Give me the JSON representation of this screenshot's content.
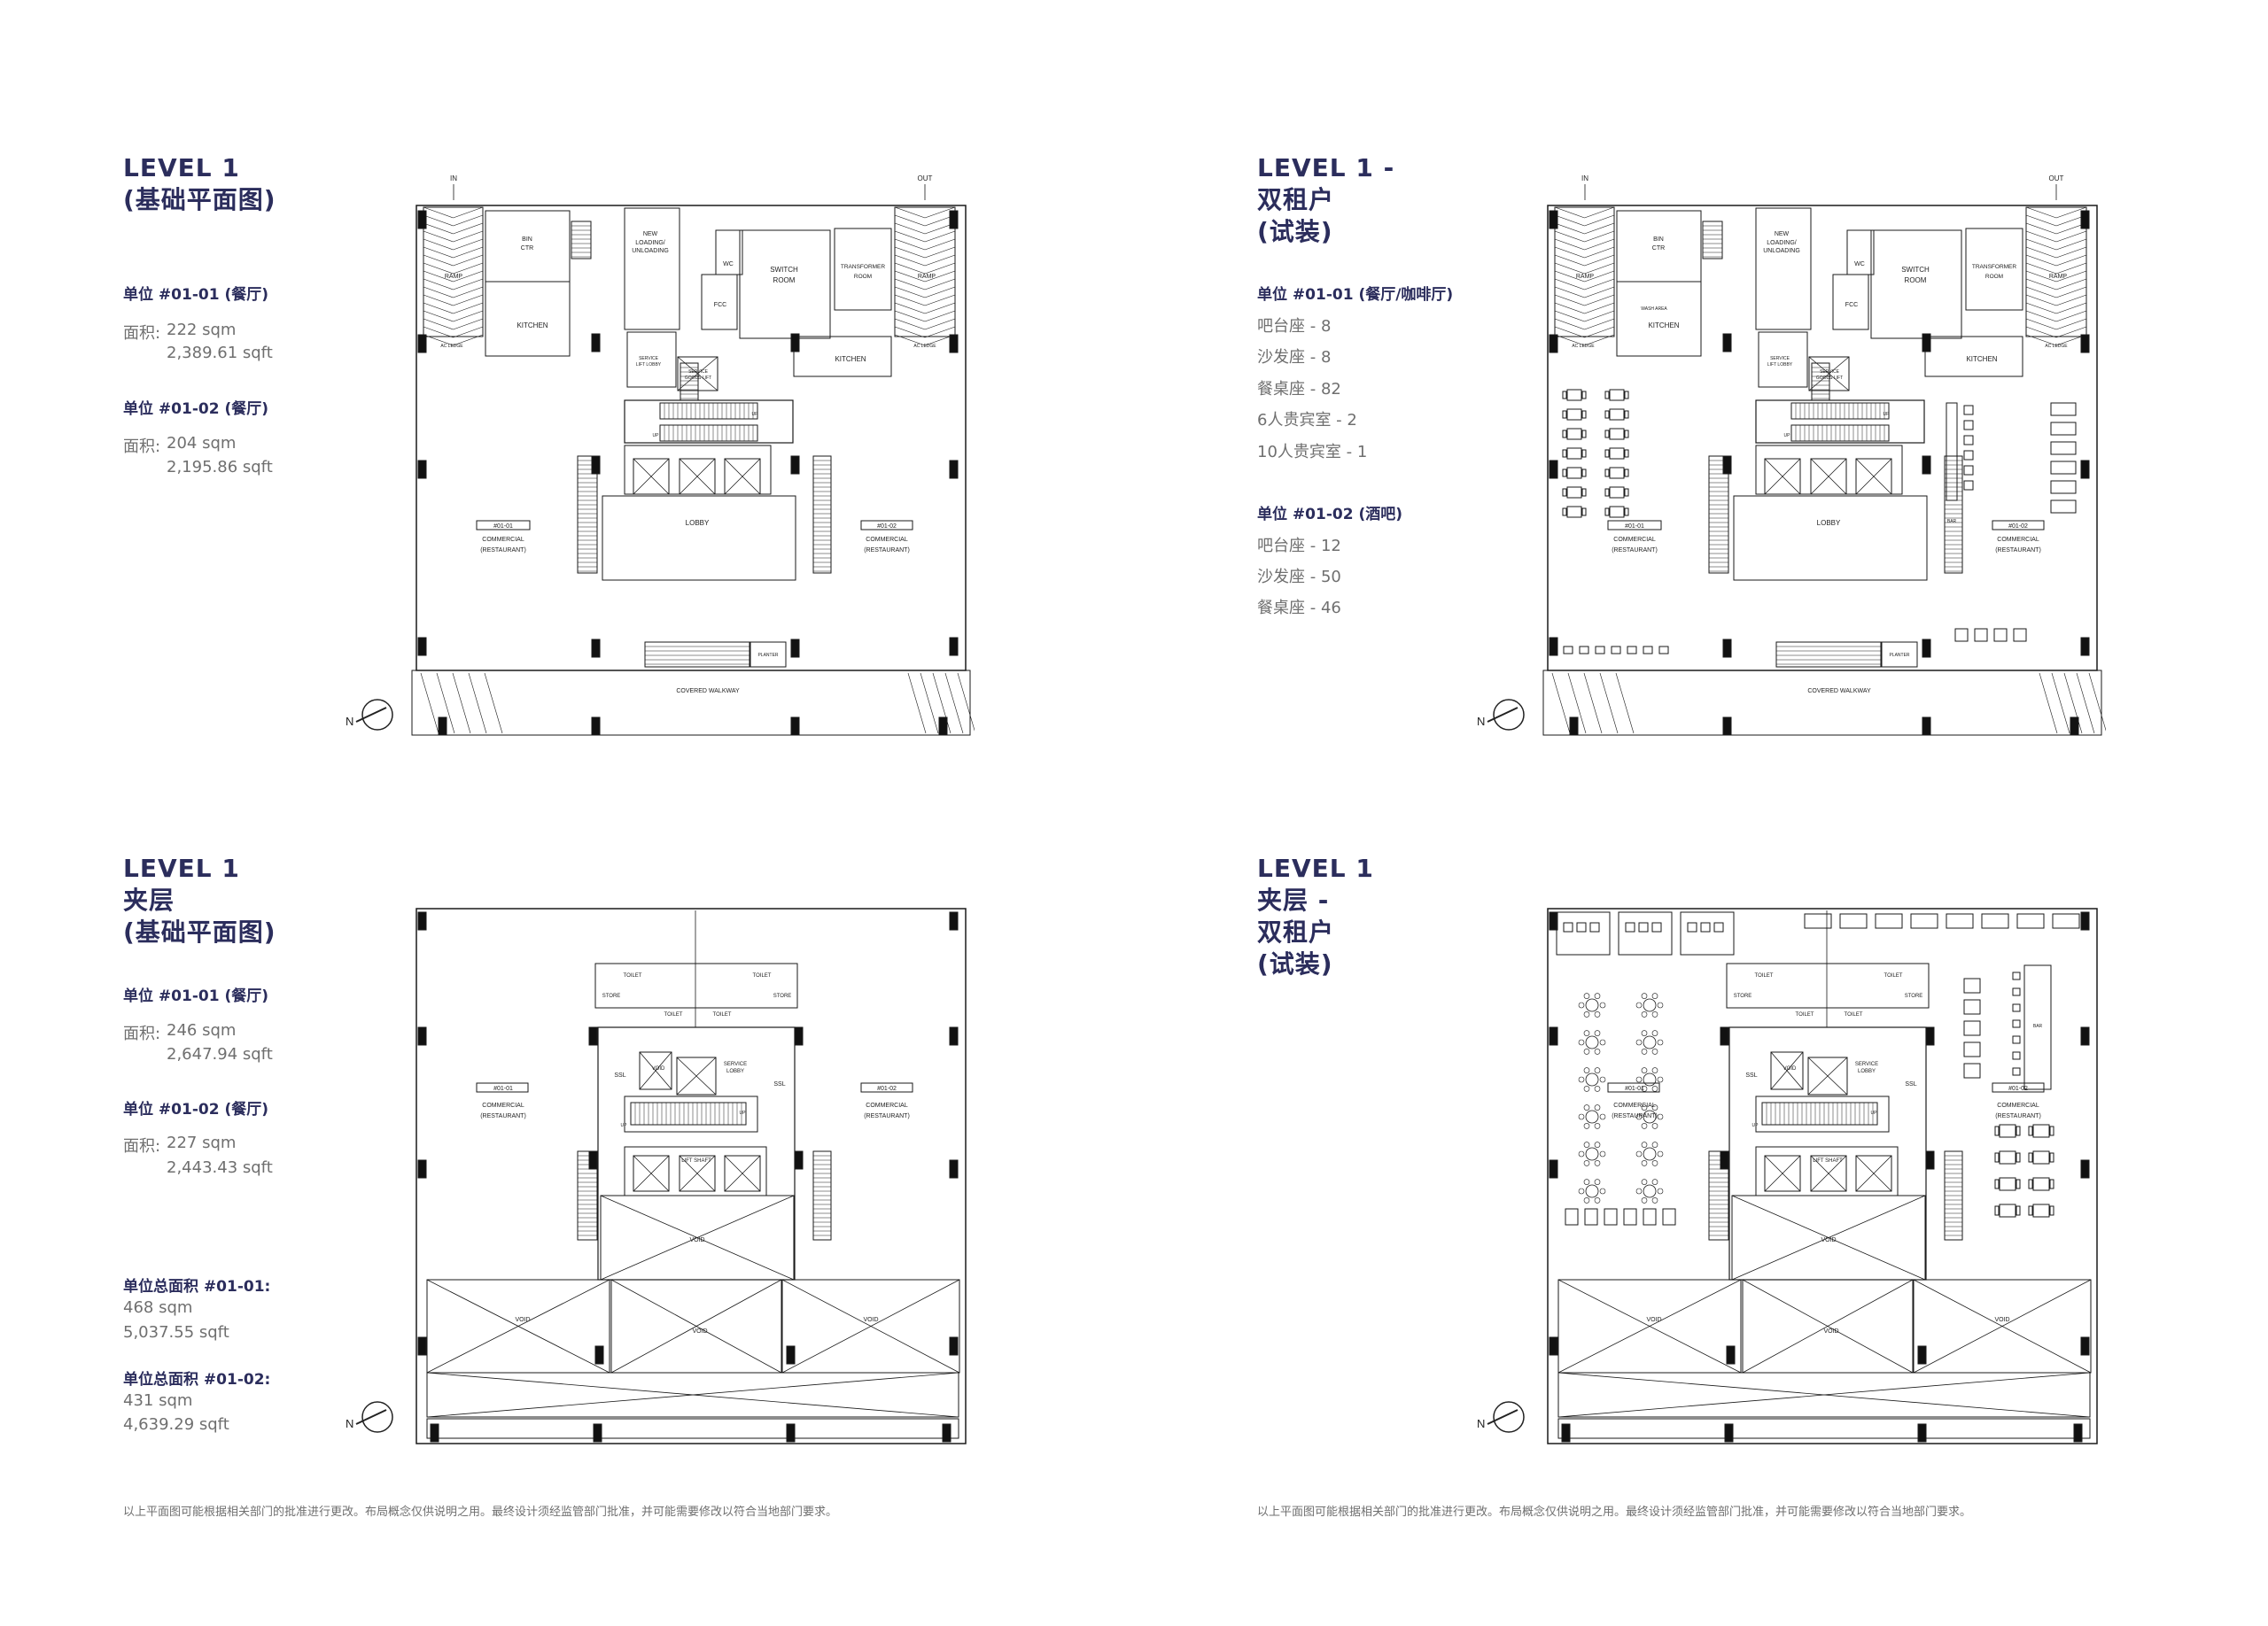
{
  "colors": {
    "title": "#2b2d5c",
    "body": "#6f6f6f",
    "line": "#1a1a1a"
  },
  "panel_ground_base": {
    "title": [
      "LEVEL 1",
      "(基础平面图)"
    ],
    "units": [
      {
        "heading": "单位 #01-01 (餐厅)",
        "area_label": "面积:",
        "sqm": "222 sqm",
        "sqft": "2,389.61 sqft"
      },
      {
        "heading": "单位 #01-02 (餐厅)",
        "area_label": "面积:",
        "sqm": "204 sqm",
        "sqft": "2,195.86 sqft"
      }
    ]
  },
  "panel_ground_fitout": {
    "title": [
      "LEVEL 1 -",
      "双租户",
      "(试装)"
    ],
    "unit1": {
      "heading": "单位 #01-01 (餐厅/咖啡厅)",
      "items": [
        "吧台座 - 8",
        "沙发座 - 8",
        "餐桌座 - 82",
        "6人贵宾室 - 2",
        "10人贵宾室 - 1"
      ]
    },
    "unit2": {
      "heading": "单位 #01-02 (酒吧)",
      "items": [
        "吧台座 - 12",
        "沙发座 - 50",
        "餐桌座 - 46"
      ]
    }
  },
  "panel_mezz_base": {
    "title": [
      "LEVEL 1",
      "夹层",
      "(基础平面图)"
    ],
    "units": [
      {
        "heading": "单位 #01-01 (餐厅)",
        "area_label": "面积:",
        "sqm": "246 sqm",
        "sqft": "2,647.94 sqft"
      },
      {
        "heading": "单位 #01-02 (餐厅)",
        "area_label": "面积:",
        "sqm": "227 sqm",
        "sqft": "2,443.43 sqft"
      }
    ],
    "totals": [
      {
        "heading": "单位总面积 #01-01:",
        "sqm": "468 sqm",
        "sqft": "5,037.55 sqft"
      },
      {
        "heading": "单位总面积 #01-02:",
        "sqm": "431 sqm",
        "sqft": "4,639.29 sqft"
      }
    ]
  },
  "panel_mezz_fitout": {
    "title": [
      "LEVEL 1",
      "夹层 -",
      "双租户",
      "(试装)"
    ]
  },
  "disclaimer": "以上平面图可能根据相关部门的批准进行更改。布局概念仅供说明之用。最终设计须经监管部门批准，并可能需要修改以符合当地部门要求。",
  "north_label": "N",
  "plan_labels": {
    "ground": {
      "in": "IN",
      "out": "OUT",
      "ramp": "RAMP",
      "bin": "BIN",
      "ctr": "CTR",
      "kitchen": "KITCHEN",
      "new": "NEW",
      "loading": "LOADING/",
      "unloading": "UNLOADING",
      "switch": "SWITCH",
      "room": "ROOM",
      "transformer": "TRANSFORMER",
      "fcc": "FCC",
      "wc": "WC",
      "ac_ledge": "AC LEDGE",
      "service": "SERVICE",
      "lift_lobby": "LIFT LOBBY",
      "goods_lift": "GOODS LIFT",
      "lobby": "LOBBY",
      "unit1": "#01-01",
      "unit2": "#01-02",
      "commercial": "COMMERCIAL",
      "restaurant": "(RESTAURANT)",
      "planter": "PLANTER",
      "walkway": "COVERED WALKWAY",
      "up": "UP",
      "wash": "WASH AREA",
      "bar": "BAR"
    },
    "mezz": {
      "toilet": "TOILET",
      "store": "STORE",
      "ssl": "SSL",
      "service": "SERVICE",
      "lobby": "LOBBY",
      "void": "VOID",
      "lift_shaft": "LIFT SHAFT",
      "unit1": "#01-01",
      "unit2": "#01-02",
      "commercial": "COMMERCIAL",
      "restaurant": "(RESTAURANT)",
      "up": "UP",
      "bar": "BAR"
    }
  }
}
